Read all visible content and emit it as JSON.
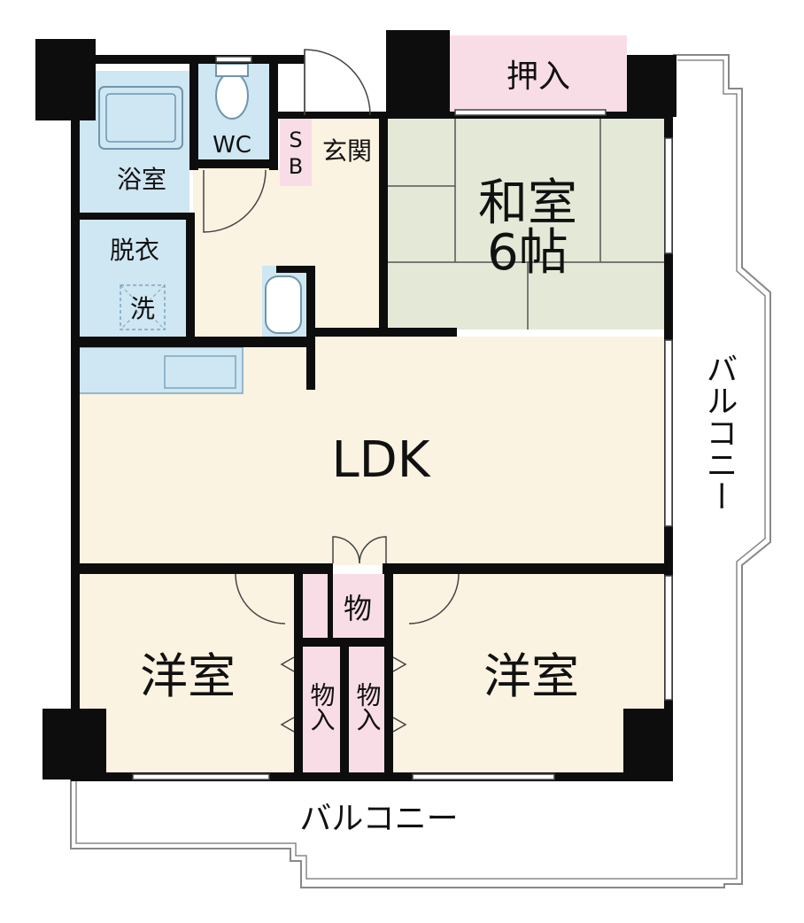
{
  "labels": {
    "closet_top": "押入",
    "wc": "WC",
    "sb_s": "S",
    "sb_b": "B",
    "entrance": "玄関",
    "bath": "浴室",
    "japanese_room_name": "和室",
    "japanese_room_size": "6帖",
    "dressing": "脱衣",
    "washer": "洗",
    "ldk": "LDK",
    "storage_center": "物",
    "storage_left": "物入",
    "storage_right": "物入",
    "western_left": "洋室",
    "western_right": "洋室",
    "balcony_bottom": "バルコニー",
    "balcony_right": "バルコニー"
  },
  "colors": {
    "wall": "#0d0d0d",
    "wood_floor": "#fbf3e1",
    "tatami": "#e3e9d6",
    "wet_area": "#cfe6f3",
    "storage": "#f8dde7",
    "balcony_line": "#888888"
  }
}
